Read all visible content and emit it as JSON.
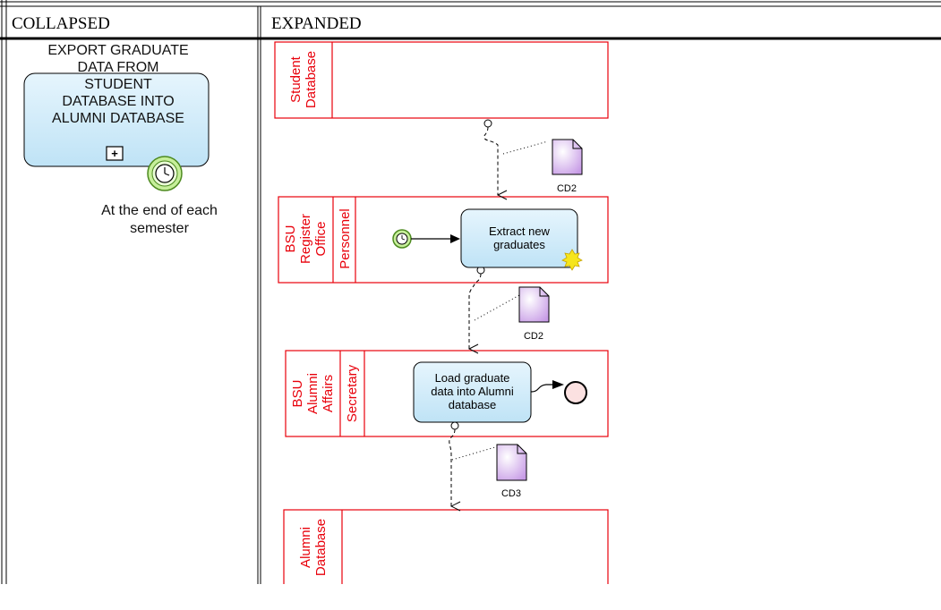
{
  "header": {
    "collapsed": "COLLAPSED",
    "expanded": "EXPANDED"
  },
  "collapsed": {
    "title_lines": [
      "EXPORT GRADUATE",
      "DATA FROM",
      "STUDENT",
      "DATABASE INTO",
      "ALUMNI DATABASE"
    ],
    "marker_icon": "subprocess-plus-icon",
    "timer_icon": "timer-clock-icon",
    "timer_note_lines": [
      "At the end of each",
      "semester"
    ]
  },
  "pools": {
    "student_db": {
      "lines": [
        "Student",
        "Database"
      ]
    },
    "bsu_register": {
      "lines": [
        "BSU",
        "Register",
        "Office"
      ],
      "lane": "Personnel"
    },
    "bsu_alumni": {
      "lines": [
        "BSU",
        "Alumni",
        "Affairs"
      ],
      "lane": "Secretary"
    },
    "alumni_db": {
      "lines": [
        "Alumni",
        "Database"
      ]
    }
  },
  "tasks": {
    "extract": {
      "lines": [
        "Extract new",
        "graduates"
      ],
      "marker_icon": "star-burst-icon"
    },
    "load": {
      "lines": [
        "Load graduate",
        "data into Alumni",
        "database"
      ]
    }
  },
  "data_objects": [
    "CD2",
    "CD2",
    "CD3"
  ],
  "colors": {
    "pool_border": "#e8000b",
    "task_fill": "#cfeaf8",
    "document_fill": "#d9b3f2",
    "timer_fill": "#c6ef9a"
  }
}
